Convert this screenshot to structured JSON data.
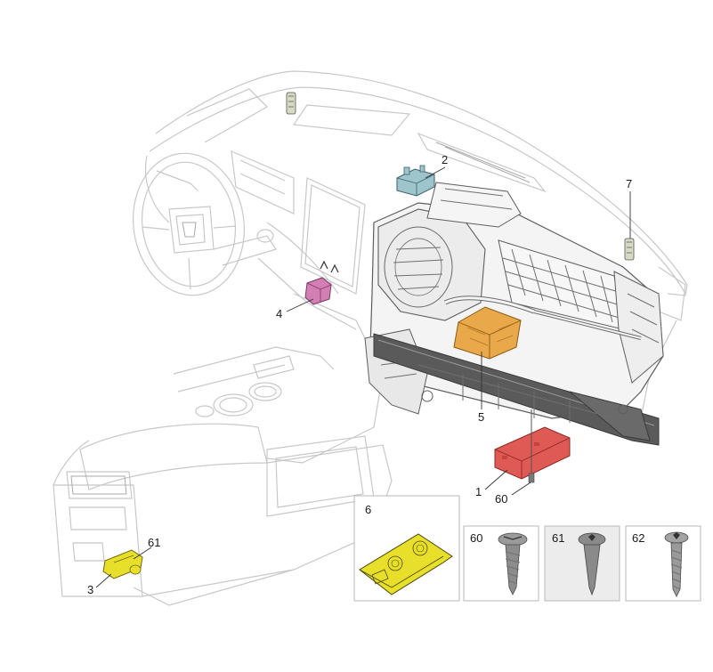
{
  "diagram": {
    "callouts": {
      "c1": "1",
      "c2": "2",
      "c3": "3",
      "c4": "4",
      "c5": "5",
      "c6": "6",
      "c7": "7",
      "c60": "60",
      "c61": "61"
    },
    "insets": {
      "inset6": "6",
      "inset60": "60",
      "inset61": "61",
      "inset62": "62"
    },
    "colors": {
      "module_orange": "#e9a94a",
      "module_red": "#e05a55",
      "part_pink": "#d27fb4",
      "part_teal": "#9fc5cc",
      "part_yellow": "#e8df2a",
      "ghost_line": "#c8c8c8",
      "hvac_gray": "#8a8a8a"
    }
  }
}
